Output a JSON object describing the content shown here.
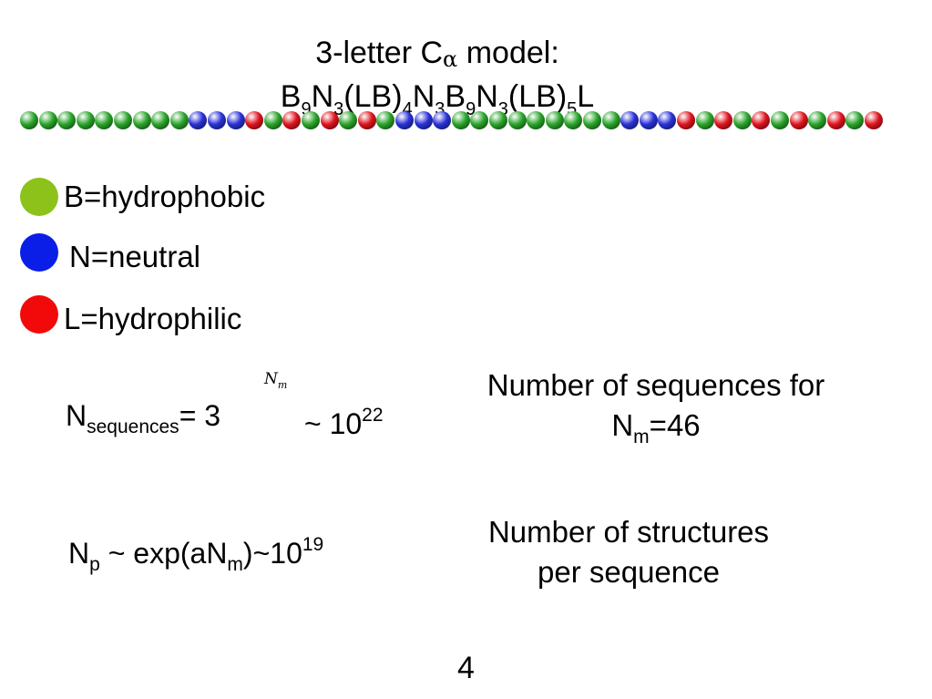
{
  "title": {
    "line1_prefix": "3-letter C",
    "line1_greek": "α",
    "line1_suffix": " model:",
    "line2": "B9N3(LB)4N3B9N3(LB)5L"
  },
  "chain": {
    "sequence": "BBBBBBBBBNNNLBLBLBLBNNNBBBBBBBBBNNNLBLBLBLBLBL",
    "colors": {
      "B": "#2aa52a",
      "N": "#2a32d8",
      "L": "#e0141e"
    }
  },
  "legend": [
    {
      "label": "B=hydrophobic",
      "color": "#8cc21a"
    },
    {
      "label": "N=neutral",
      "color": "#0a1ee8"
    },
    {
      "label": "L=hydrophilic",
      "color": "#f20a0a"
    }
  ],
  "eq1": {
    "base": "N",
    "sub": "sequences",
    "mid": "= 3",
    "exp_base": "N",
    "exp_sub": "m",
    "tail": " ~ 10",
    "sup": "22"
  },
  "desc1": {
    "line1": "Number of sequences for",
    "line2_base": "N",
    "line2_sub": "m",
    "line2_tail": "=46"
  },
  "eq2": {
    "base": "N",
    "sub1": "p",
    "mid1": " ~ exp(aN",
    "sub2": "m",
    "mid2": ")~10",
    "sup": "19"
  },
  "desc2": {
    "line1": "Number of structures",
    "line2": "per sequence"
  },
  "page_number": "4"
}
